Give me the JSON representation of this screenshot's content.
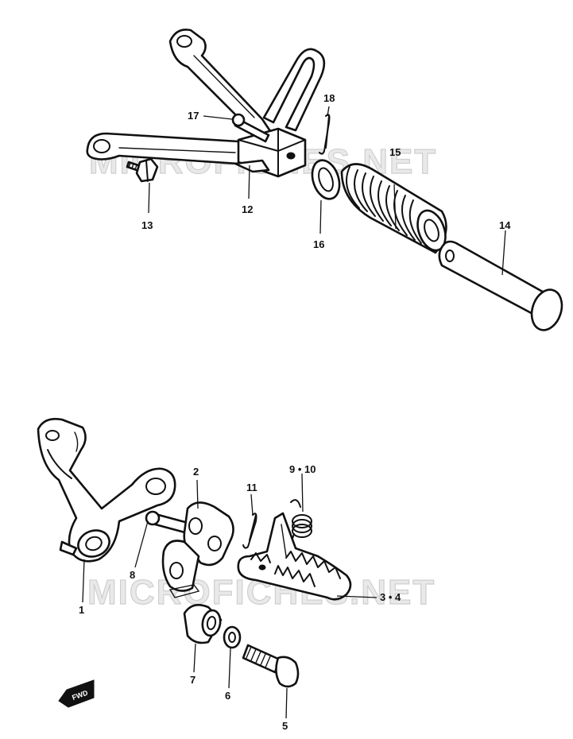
{
  "watermark": {
    "upper": "MICROFICHES.NET",
    "lower": "MICROFICHES.NET"
  },
  "direction_marker": "FWD",
  "callouts": [
    {
      "id": "1",
      "label": "1"
    },
    {
      "id": "2",
      "label": "2"
    },
    {
      "id": "3-4",
      "label": "3 • 4"
    },
    {
      "id": "5",
      "label": "5"
    },
    {
      "id": "6",
      "label": "6"
    },
    {
      "id": "7",
      "label": "7"
    },
    {
      "id": "8",
      "label": "8"
    },
    {
      "id": "9-10",
      "label": "9 • 10"
    },
    {
      "id": "11",
      "label": "11"
    },
    {
      "id": "12",
      "label": "12"
    },
    {
      "id": "13",
      "label": "13"
    },
    {
      "id": "14",
      "label": "14"
    },
    {
      "id": "15",
      "label": "15"
    },
    {
      "id": "16",
      "label": "16"
    },
    {
      "id": "17",
      "label": "17"
    },
    {
      "id": "18",
      "label": "18"
    }
  ]
}
